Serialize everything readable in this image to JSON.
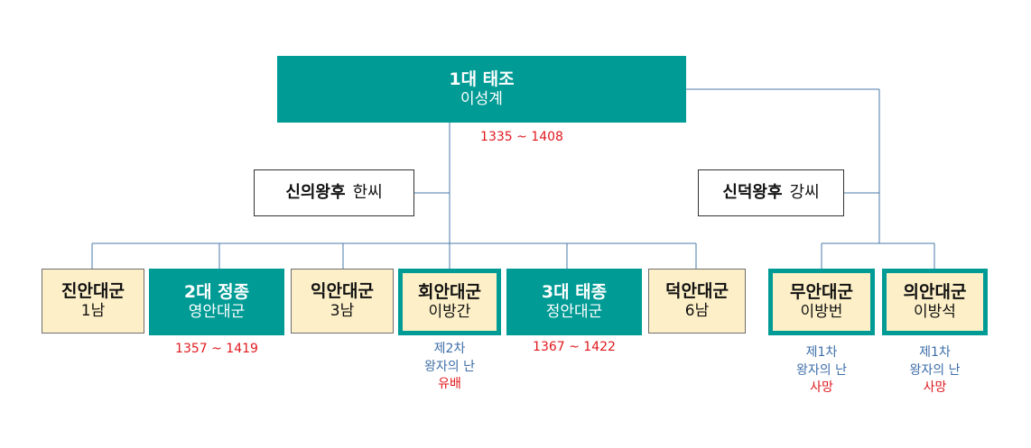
{
  "root": {
    "title": "1대 태조",
    "name": "이성계",
    "years": "1335 ~ 1408"
  },
  "spouses": [
    {
      "name": "신의왕후",
      "clan": "한씨"
    },
    {
      "name": "신덕왕후",
      "clan": "강씨"
    }
  ],
  "children": [
    {
      "title": "진안대군",
      "sub": "1남"
    },
    {
      "title": "2대 정종",
      "sub": "영안대군",
      "years": "1357 ~ 1419"
    },
    {
      "title": "익안대군",
      "sub": "3남"
    },
    {
      "title": "회안대군",
      "sub": "이방간",
      "event": "제2차",
      "event2": "왕자의 난",
      "fate": "유배"
    },
    {
      "title": "3대 태종",
      "sub": "정안대군",
      "years": "1367 ~ 1422"
    },
    {
      "title": "덕안대군",
      "sub": "6남"
    },
    {
      "title": "무안대군",
      "sub": "이방번",
      "event": "제1차",
      "event2": "왕자의 난",
      "fate": "사망"
    },
    {
      "title": "의안대군",
      "sub": "이방석",
      "event": "제1차",
      "event2": "왕자의 난",
      "fate": "사망"
    }
  ],
  "colors": {
    "teal": "#009b95",
    "cream": "#fdf0c8",
    "line": "#4a78a8",
    "red": "#e0191e",
    "blue": "#3d6ea8"
  }
}
